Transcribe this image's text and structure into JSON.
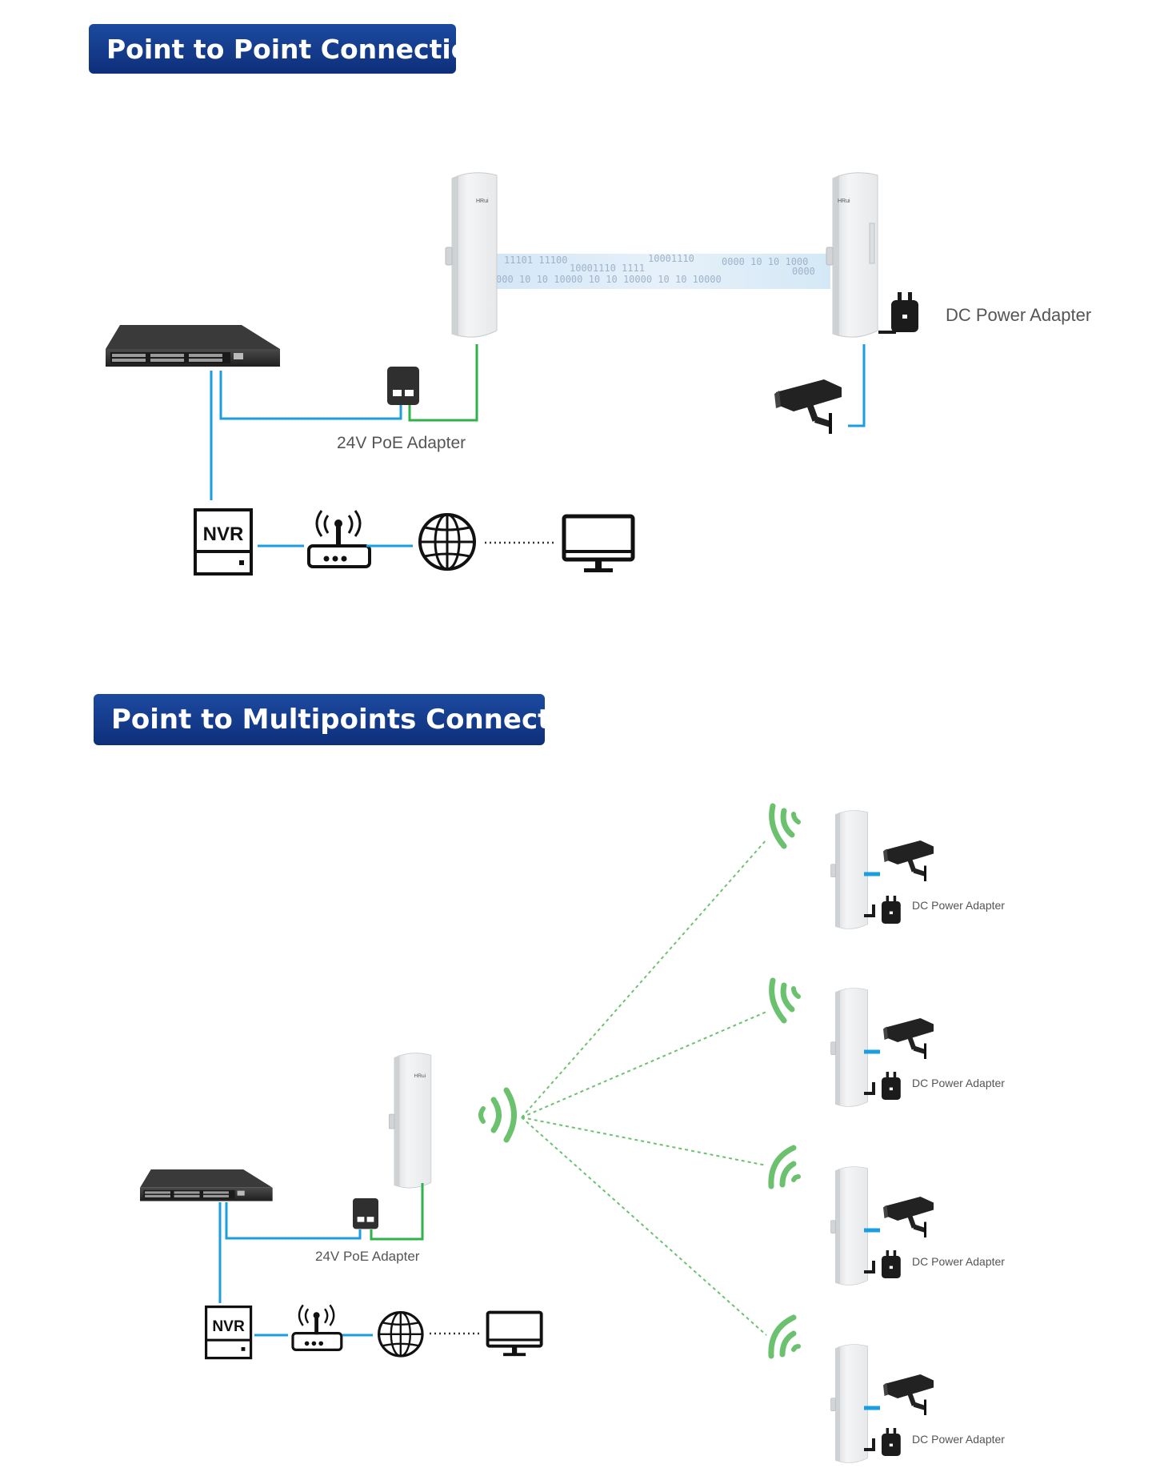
{
  "sections": {
    "p2p_title": "Point to Point Connection",
    "p2mp_title": "Point to Multipoints Connection"
  },
  "labels": {
    "dc_power_adapter": "DC Power Adapter",
    "poe_adapter": "24V PoE Adapter",
    "nvr": "NVR",
    "brand": "HRui"
  },
  "link_bits": {
    "row1": "11101 11100",
    "row1b": "10001110",
    "row1c": "0000 10 10 1000",
    "row2": "10001110 1111",
    "row2b": "0000",
    "row3": "000  10 10 10000  10 10 10000  10 10 10000"
  },
  "colors": {
    "title_bg": "#143f8f",
    "ethernet": "#1a9ee0",
    "power": "#2fb24a",
    "wifi": "#6cc16f",
    "device": "#333333"
  }
}
